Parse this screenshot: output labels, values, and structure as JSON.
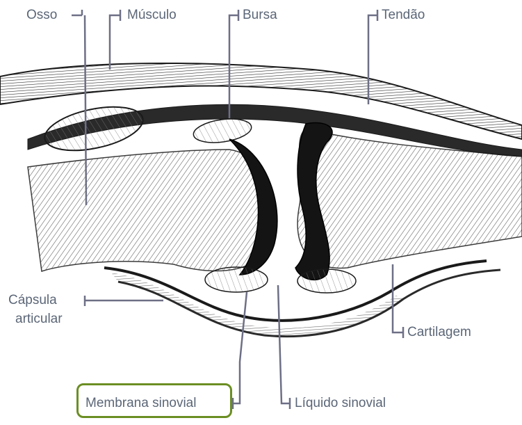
{
  "labels": {
    "osso": "Osso",
    "musculo": "Músculo",
    "bursa": "Bursa",
    "tendao": "Tendão",
    "capsula_line1": "Cápsula",
    "capsula_line2": "articular",
    "cartilagem": "Cartilagem",
    "membrana": "Membrana sinovial",
    "liquido": "Líquido sinovial"
  },
  "colors": {
    "label_text": "#5b6677",
    "leader_line": "#6d6f86",
    "ink": "#1a1a1a",
    "highlight_border": "#6b8e23"
  }
}
